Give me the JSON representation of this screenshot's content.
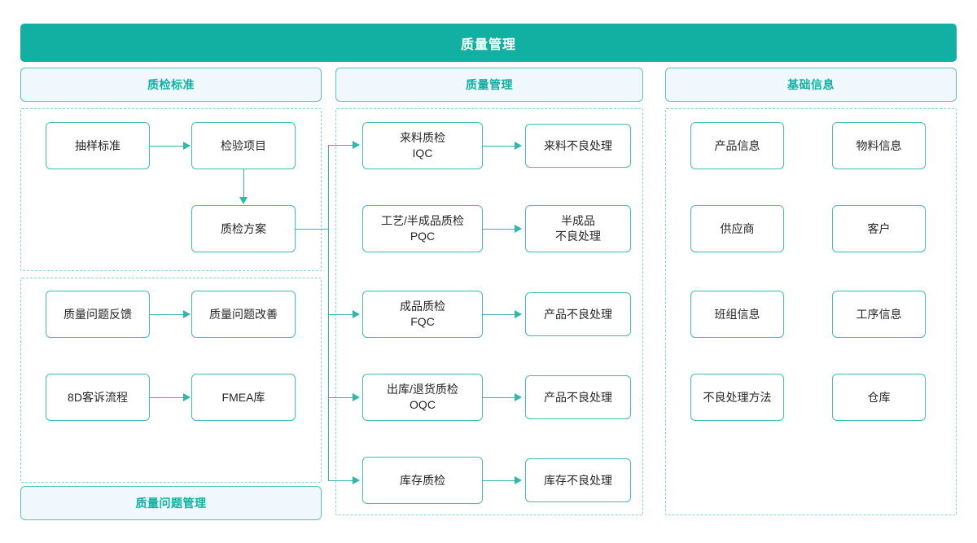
{
  "banner": {
    "title": "质量管理"
  },
  "columns": {
    "left": {
      "header": "质检标准",
      "footer": "质量问题管理",
      "nodes": {
        "sampling_standard": "抽样标准",
        "inspection_item": "检验项目",
        "inspection_plan": "质检方案",
        "quality_issue_feedback": "质量问题反馈",
        "quality_issue_improve": "质量问题改善",
        "complaint_8d": "8D客诉流程",
        "fmea_library": "FMEA库"
      }
    },
    "middle": {
      "header": "质量管理",
      "rows": [
        {
          "source": "来料质检\nIQC",
          "target": "来料不良处理"
        },
        {
          "source": "工艺/半成品质检\nPQC",
          "target": "半成品\n不良处理"
        },
        {
          "source": "成品质检\nFQC",
          "target": "产品不良处理"
        },
        {
          "source": "出库/退货质检\nOQC",
          "target": "产品不良处理"
        },
        {
          "source": "库存质检",
          "target": "库存不良处理"
        }
      ]
    },
    "right": {
      "header": "基础信息",
      "items": [
        "产品信息",
        "物料信息",
        "供应商",
        "客户",
        "班组信息",
        "工序信息",
        "不良处理方法",
        "仓库"
      ]
    }
  },
  "colors": {
    "brand_teal": "#12b0a3",
    "node_border": "#3fc0b4",
    "dashed_border": "#7fd6cd",
    "panel_header_bg": "#f1f8fd",
    "connector": "#2fb8ab",
    "text": "#262626"
  }
}
